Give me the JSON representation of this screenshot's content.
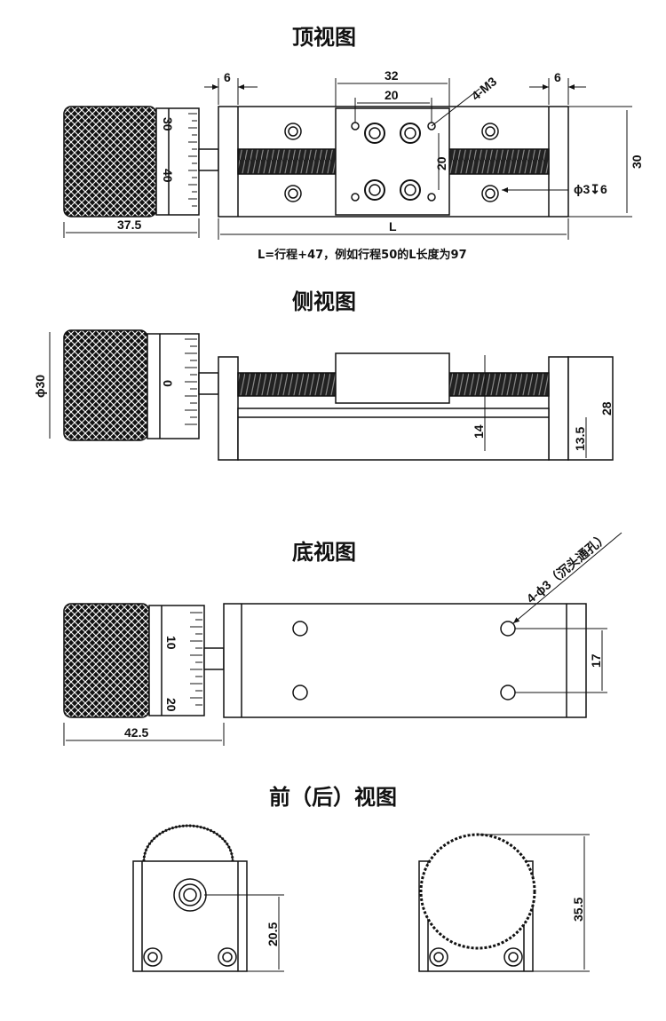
{
  "titles": {
    "top": "顶视图",
    "side": "侧视图",
    "bottom": "底视图",
    "front": "前（后）视图"
  },
  "top_view": {
    "dims": {
      "d6_left": "6",
      "d6_right": "6",
      "d32": "32",
      "d20_h": "20",
      "d20_v": "20",
      "d30": "30",
      "d37_5": "37.5",
      "dL": "L"
    },
    "label_m3": "4-M3",
    "label_hole": "ϕ3↧6",
    "scale_marks": [
      "30",
      "40"
    ],
    "note": "L=行程+47，例如行程50的L长度为97"
  },
  "side_view": {
    "dims": {
      "d30": "ϕ30",
      "d14": "14",
      "d13_5": "13.5",
      "d28": "28"
    },
    "scale_marks": [
      "0"
    ]
  },
  "bottom_view": {
    "dims": {
      "d42_5": "42.5",
      "d17": "17"
    },
    "label_holes": "4-ϕ3（沉头通孔）",
    "scale_marks": [
      "10",
      "20"
    ]
  },
  "front_view": {
    "dims": {
      "d20_5": "20.5",
      "d35_5": "35.5"
    }
  }
}
